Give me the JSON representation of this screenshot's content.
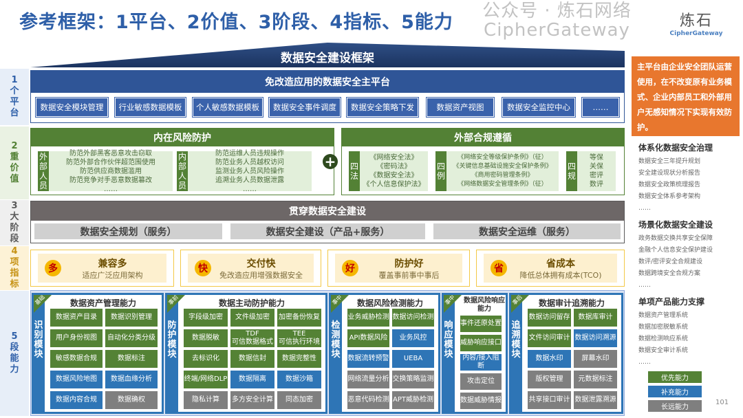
{
  "title": "参考框架：1平台、2价值、3阶段、4指标、5能力",
  "logo": {
    "cn": "炼石",
    "en": "CipherGateway"
  },
  "roof_title": "数据安全建设框架",
  "row_labels": [
    "1个平台",
    "2重价值",
    "3大阶段",
    "4项指标",
    "5段能力"
  ],
  "platform": {
    "title": "免改造应用的数据安全主平台",
    "items": [
      "数据安全模块管理",
      "行业敏感数据模板",
      "个人敏感数据模板",
      "数据安全事件调度",
      "数据安全策略下发",
      "数据资产视图",
      "数据安全监控中心",
      "……"
    ]
  },
  "value": {
    "internal": {
      "title": "内在风险防护",
      "groups": [
        {
          "tag": "外部人员",
          "lines": "防范外部黑客恶意攻击窃取\n防范外部合作伙伴超范围使用\n防范供应商数据滥用\n防范竞争对手恶意数据篡改\n……"
        },
        {
          "tag": "内部人员",
          "lines": "防范运维人员违规操作\n防范业务人员越权访问\n监测业务人员风险操作\n追溯业务人员数据泄露\n……"
        }
      ]
    },
    "plus": "+",
    "external": {
      "title": "外部合规遵循",
      "groups": [
        {
          "tag": "四法",
          "lines": "《网络安全法》\n《密码法》\n《数据安全法》\n《个人信息保护法》"
        },
        {
          "tag": "四例",
          "lines": "《网络安全等级保护条例》（征）\n《关键信息基础设施安全保护条例》\n《商用密码管理条例》\n《网络数据安全管理条例》（征）"
        },
        {
          "tag": "四规",
          "lines": "等保\n关保\n密评\n数评"
        }
      ]
    }
  },
  "stages": {
    "title": "贯穿数据安全建设",
    "items": [
      "数据安全规划（服务）",
      "数据安全建设（产品+服务）",
      "数据安全运维（服务）"
    ]
  },
  "indicators": [
    {
      "badge": "多",
      "title": "兼容多",
      "desc": "适应广泛应用架构"
    },
    {
      "badge": "快",
      "title": "交付快",
      "desc": "免改造应用增强数据安全"
    },
    {
      "badge": "好",
      "title": "防护好",
      "desc": "覆盖事前事中事后"
    },
    {
      "badge": "省",
      "title": "省成本",
      "desc": "降低总体拥有成本(TCO)"
    }
  ],
  "colors": {
    "priority": "#548235",
    "supplement": "#2e75b6",
    "longterm": "#7f7f7f"
  },
  "modules": [
    {
      "tag": "基础",
      "label": "识别模块",
      "title": "数据资产管理能力",
      "cells": [
        {
          "t": "数据资产目录",
          "c": "#548235"
        },
        {
          "t": "数据识别管理",
          "c": "#548235"
        },
        {
          "t": "用户身份视图",
          "c": "#548235"
        },
        {
          "t": "自动化分类分级",
          "c": "#548235"
        },
        {
          "t": "敏感数据合规",
          "c": "#548235"
        },
        {
          "t": "数据标注",
          "c": "#548235"
        },
        {
          "t": "数据风险地图",
          "c": "#2e75b6"
        },
        {
          "t": "数据血缘分析",
          "c": "#2e75b6"
        },
        {
          "t": "数据内容合规",
          "c": "#2e75b6"
        },
        {
          "t": "数据确权",
          "c": "#7f7f7f"
        }
      ]
    },
    {
      "tag": "事前",
      "label": "防护模块",
      "title": "数据主动防护能力",
      "cells": [
        {
          "t": "字段级加密",
          "c": "#548235"
        },
        {
          "t": "文件级加密",
          "c": "#548235"
        },
        {
          "t": "加密备份恢复",
          "c": "#548235"
        },
        {
          "t": "数据脱敏",
          "c": "#548235"
        },
        {
          "t": "TDF\n可信数据格式",
          "c": "#548235"
        },
        {
          "t": "TEE\n可信执行环境",
          "c": "#548235"
        },
        {
          "t": "去标识化",
          "c": "#548235"
        },
        {
          "t": "数据信封",
          "c": "#548235"
        },
        {
          "t": "数据完整性",
          "c": "#548235"
        },
        {
          "t": "终端/网络DLP",
          "c": "#548235"
        },
        {
          "t": "数据隔离",
          "c": "#2e75b6"
        },
        {
          "t": "数据沙箱",
          "c": "#2e75b6"
        },
        {
          "t": "隐私计算",
          "c": "#7f7f7f"
        },
        {
          "t": "多方安全计算",
          "c": "#7f7f7f"
        },
        {
          "t": "同态加密",
          "c": "#7f7f7f"
        }
      ]
    },
    {
      "tag": "事中",
      "label": "检测模块",
      "title": "数据风险检测能力",
      "cells": [
        {
          "t": "业务威胁检测",
          "c": "#548235"
        },
        {
          "t": "数据访问检测",
          "c": "#548235"
        },
        {
          "t": "API数据风险",
          "c": "#548235"
        },
        {
          "t": "业务风控",
          "c": "#2e75b6"
        },
        {
          "t": "数据流转预警",
          "c": "#2e75b6"
        },
        {
          "t": "UEBA",
          "c": "#2e75b6"
        },
        {
          "t": "网络流量分析",
          "c": "#7f7f7f"
        },
        {
          "t": "交换策略监测",
          "c": "#7f7f7f"
        },
        {
          "t": "恶意代码检测",
          "c": "#7f7f7f"
        },
        {
          "t": "APT威胁检测",
          "c": "#7f7f7f"
        }
      ]
    },
    {
      "tag": "事中",
      "label": "响应模块",
      "title": "数据风险响应能力",
      "cells": [
        {
          "t": "事件还原处置",
          "c": "#548235"
        },
        {
          "t": "威胁响应接口",
          "c": "#548235"
        },
        {
          "t": "内容/接入阻断",
          "c": "#2e75b6"
        },
        {
          "t": "攻击定位",
          "c": "#7f7f7f"
        },
        {
          "t": "数据威胁情报",
          "c": "#7f7f7f"
        }
      ]
    },
    {
      "tag": "事后",
      "label": "追溯模块",
      "title": "数据审计追溯能力",
      "cells": [
        {
          "t": "数据访问留存",
          "c": "#548235"
        },
        {
          "t": "数据库审计",
          "c": "#548235"
        },
        {
          "t": "文件访问审计",
          "c": "#548235"
        },
        {
          "t": "数据访问溯源",
          "c": "#2e75b6"
        },
        {
          "t": "数据水印",
          "c": "#2e75b6"
        },
        {
          "t": "屏幕水印",
          "c": "#7f7f7f"
        },
        {
          "t": "版权管理",
          "c": "#7f7f7f"
        },
        {
          "t": "元数据标注",
          "c": "#7f7f7f"
        },
        {
          "t": "共享接口审计",
          "c": "#7f7f7f"
        },
        {
          "t": "数据泄露溯源",
          "c": "#7f7f7f"
        }
      ]
    }
  ],
  "side": {
    "callout": "主平台由企业安全团队运营使用，在不改变原有业务模式、企业内部员工和外部用户无感知情况下实现有效防护。",
    "sections": [
      {
        "title": "体系化数据安全治理",
        "items": [
          "数据安全三年提升规划",
          "安全建设现状分析报告",
          "数据安全政策梳理报告",
          "数据安全体系参考架构",
          "……"
        ]
      },
      {
        "title": "场景化数据安全建设",
        "items": [
          "政务数据交换共享安全保障",
          "金融个人信息安全保护建设",
          "数评/密评安全合规建设",
          "数据跨境安全合规方案",
          "……"
        ]
      },
      {
        "title": "单项产品能力支撑",
        "items": [
          "数据资产管理系统",
          "数据加密脱敏系统",
          "数据检测响应系统",
          "数据安全审计系统",
          "……"
        ]
      }
    ],
    "legend": [
      "优先能力",
      "补充能力",
      "长远能力"
    ]
  },
  "page_number": "101",
  "watermark": "公众号 · 炼石网络CipherGateway"
}
